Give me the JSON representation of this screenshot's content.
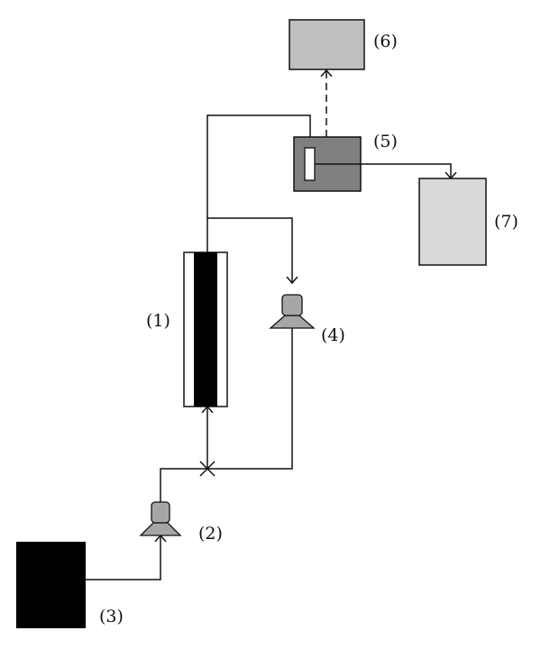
{
  "labels": {
    "column": "(1)",
    "pump_inlet": "(2)",
    "reservoir": "(3)",
    "pump_recycle": "(4)",
    "detector": "(5)",
    "recorder": "(6)",
    "collector": "(7)"
  },
  "colors": {
    "stroke": "#111111",
    "reservoir_fill": "#000000",
    "column_core": "#000000",
    "pump_fill": "#a6a6a6",
    "detector_fill": "#808080",
    "recorder_fill": "#bfbfbf",
    "collector_fill": "#d9d9d9"
  }
}
